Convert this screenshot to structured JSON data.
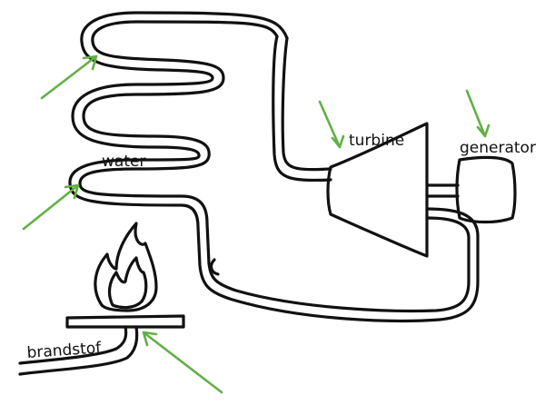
{
  "labels": {
    "water": "water",
    "turbine": "turbine",
    "generator": "generator",
    "fuel": "brandstof"
  },
  "colors": {
    "line": "#111111",
    "arrow": "#62b045",
    "background": "#ffffff"
  },
  "icons": {
    "flame": "flame-icon",
    "arrow": "arrow-icon"
  }
}
